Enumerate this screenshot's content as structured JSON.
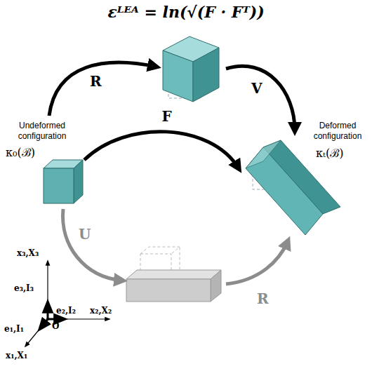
{
  "diagram": {
    "title": "εᴸᴱᴬ = ln(√(F · Fᵀ))",
    "nodes": [
      {
        "text": [
          "Undeformed configuration",
          "κ₀(ℬ)"
        ]
      },
      {
        "text": [
          "Deformed configuration",
          "κₜ(ℬ)"
        ]
      }
    ],
    "edges": [
      {
        "from": 0,
        "to": 1,
        "arrow": "to",
        "label": "F"
      }
    ],
    "labels": [
      "R",
      "V",
      "U",
      "R",
      "x₃,X₃",
      "e₃,I₃",
      "x₂,X₂",
      "e₂,I₂",
      "x₁,X₁",
      "e₁,I₁",
      "O"
    ]
  }
}
